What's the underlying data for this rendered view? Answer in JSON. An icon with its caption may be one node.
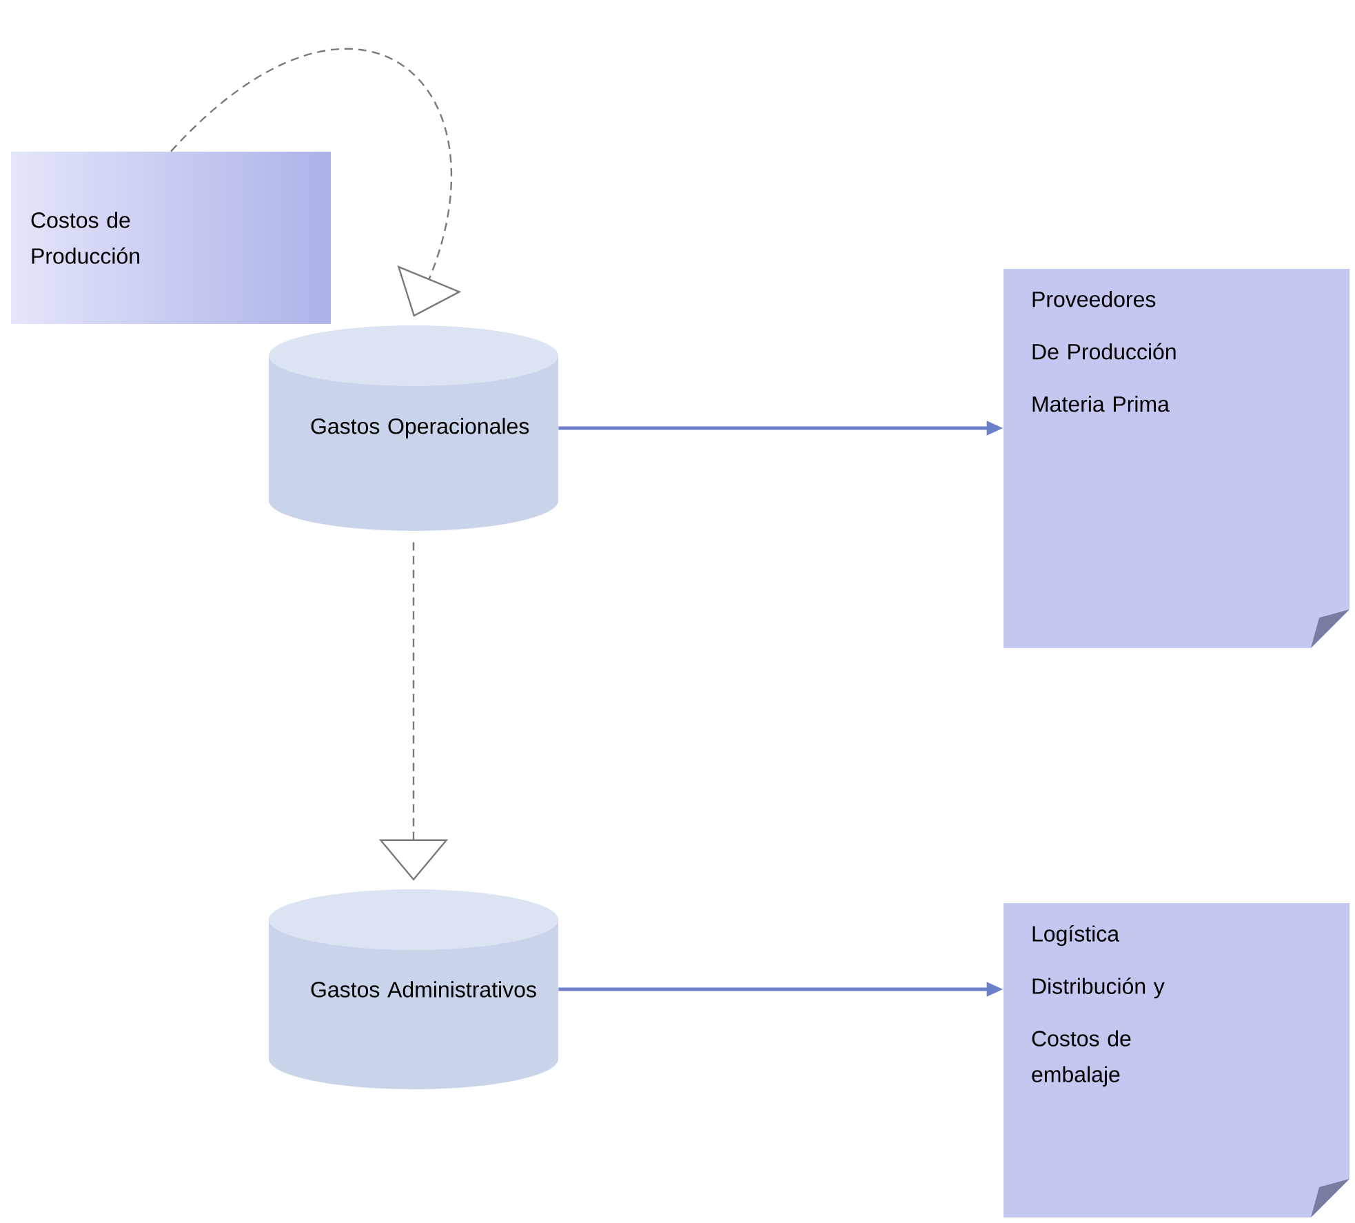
{
  "diagram": {
    "nodes": [
      {
        "text": [
          "Costos de Producción"
        ]
      },
      {
        "text": [
          "Gastos Operacionales"
        ]
      },
      {
        "text": [
          "Proveedores",
          "De Producción",
          "Materia Prima"
        ]
      },
      {
        "text": [
          "Gastos Administrativos"
        ]
      },
      {
        "text": [
          "Logística",
          "Distribución y",
          "Costos de embalaje"
        ]
      }
    ],
    "edges": [
      {
        "from": 0,
        "to": 1,
        "arrow": "to",
        "style": "dashed"
      },
      {
        "from": 1,
        "to": 2,
        "arrow": "to"
      },
      {
        "from": 1,
        "to": 3,
        "arrow": "to",
        "style": "dashed"
      },
      {
        "from": 3,
        "to": 4,
        "arrow": "to"
      }
    ]
  }
}
